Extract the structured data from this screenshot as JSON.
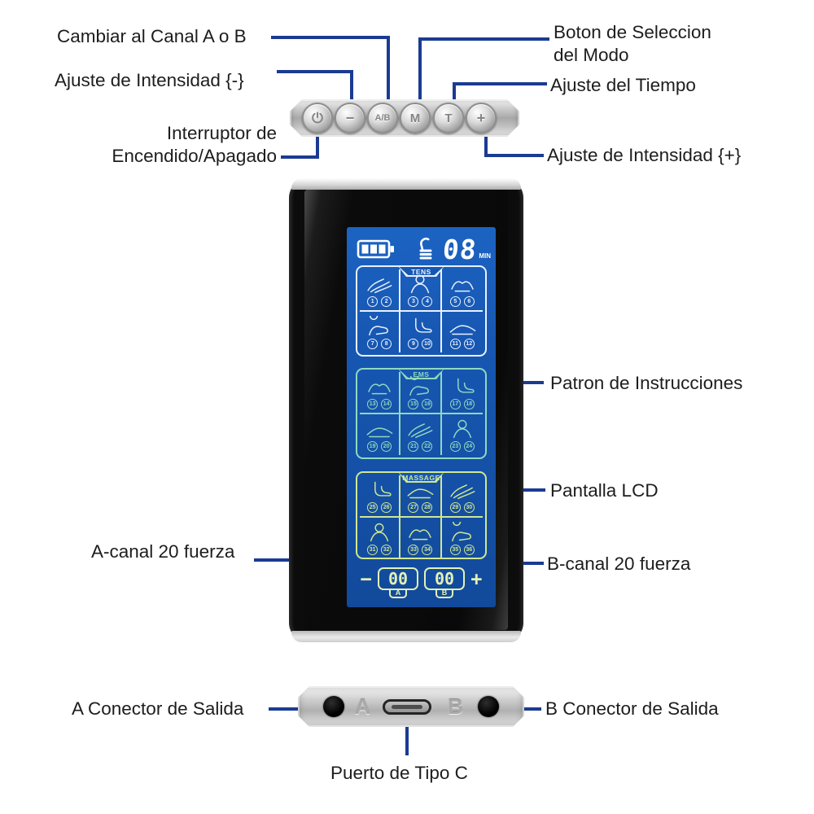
{
  "theme": {
    "callout": "#1b3b92",
    "lcd": "#1757b2",
    "tens": "#eaf2ff",
    "ems": "#8fd9c0",
    "massage": "#cfe792",
    "channel": "#e3f0b6"
  },
  "callouts": {
    "channel_ab": "Cambiar al Canal A o B",
    "mode_select": "Boton de Seleccion\ndel Modo",
    "intensity_minus": "Ajuste de Intensidad {-}",
    "time_adjust": "Ajuste del Tiempo",
    "power_switch": "Interruptor de\nEncendido/Apagado",
    "intensity_plus": "Ajuste de Intensidad {+}",
    "instruction_pattern": "Patron de Instrucciones",
    "lcd_screen": "Pantalla LCD",
    "a_channel_strength": "A-canal 20 fuerza",
    "b_channel_strength": "B-canal 20 fuerza",
    "a_output": "A Conector de Salida",
    "b_output": "B Conector de Salida",
    "usb_c_port": "Puerto de Tipo C"
  },
  "buttons": [
    {
      "name": "power-button",
      "glyph": "power"
    },
    {
      "name": "intensity-minus-button",
      "glyph": "−"
    },
    {
      "name": "channel-ab-button",
      "glyph": "A/B"
    },
    {
      "name": "mode-button",
      "glyph": "M"
    },
    {
      "name": "timer-button",
      "glyph": "T"
    },
    {
      "name": "intensity-plus-button",
      "glyph": "+"
    }
  ],
  "lcd": {
    "battery_bars": 3,
    "lock_state": "unlocked",
    "timer_value": "08",
    "timer_unit": "MIN",
    "channel_a": {
      "minus": "−",
      "value": "00",
      "label": "A"
    },
    "channel_b": {
      "value": "00",
      "plus": "+",
      "label": "B"
    },
    "sections": [
      {
        "label": "TENS",
        "color": "#eaf2ff",
        "cells": [
          {
            "icon": "wrist-hand",
            "numbers": [
              "1",
              "2"
            ]
          },
          {
            "icon": "neck-shoulder",
            "numbers": [
              "3",
              "4"
            ]
          },
          {
            "icon": "shoulder-pinch",
            "numbers": [
              "5",
              "6"
            ]
          },
          {
            "icon": "upper-back",
            "numbers": [
              "7",
              "8"
            ]
          },
          {
            "icon": "knee",
            "numbers": [
              "9",
              "10"
            ]
          },
          {
            "icon": "waist-rotate",
            "numbers": [
              "11",
              "12"
            ]
          }
        ]
      },
      {
        "label": "EMS",
        "color": "#8fd9c0",
        "cells": [
          {
            "icon": "forearm-fist",
            "numbers": [
              "13",
              "14"
            ]
          },
          {
            "icon": "elbow-arm",
            "numbers": [
              "15",
              "16"
            ]
          },
          {
            "icon": "arm-massage",
            "numbers": [
              "17",
              "18"
            ]
          },
          {
            "icon": "hip",
            "numbers": [
              "19",
              "20"
            ]
          },
          {
            "icon": "ankle-foot",
            "numbers": [
              "21",
              "22"
            ]
          },
          {
            "icon": "back-lying",
            "numbers": [
              "23",
              "24"
            ]
          }
        ]
      },
      {
        "label": "MASSAGE",
        "color": "#cfe792",
        "cells": [
          {
            "icon": "leg-calf",
            "numbers": [
              "25",
              "26"
            ]
          },
          {
            "icon": "body-stretch",
            "numbers": [
              "27",
              "28"
            ]
          },
          {
            "icon": "hand-shoulder",
            "numbers": [
              "29",
              "30"
            ]
          },
          {
            "icon": "seated-twist",
            "numbers": [
              "31",
              "32"
            ]
          },
          {
            "icon": "forward-bend",
            "numbers": [
              "33",
              "34"
            ]
          },
          {
            "icon": "leg-raise",
            "numbers": [
              "35",
              "36"
            ]
          }
        ]
      }
    ]
  },
  "ports": {
    "a_label": "A",
    "b_label": "B"
  }
}
